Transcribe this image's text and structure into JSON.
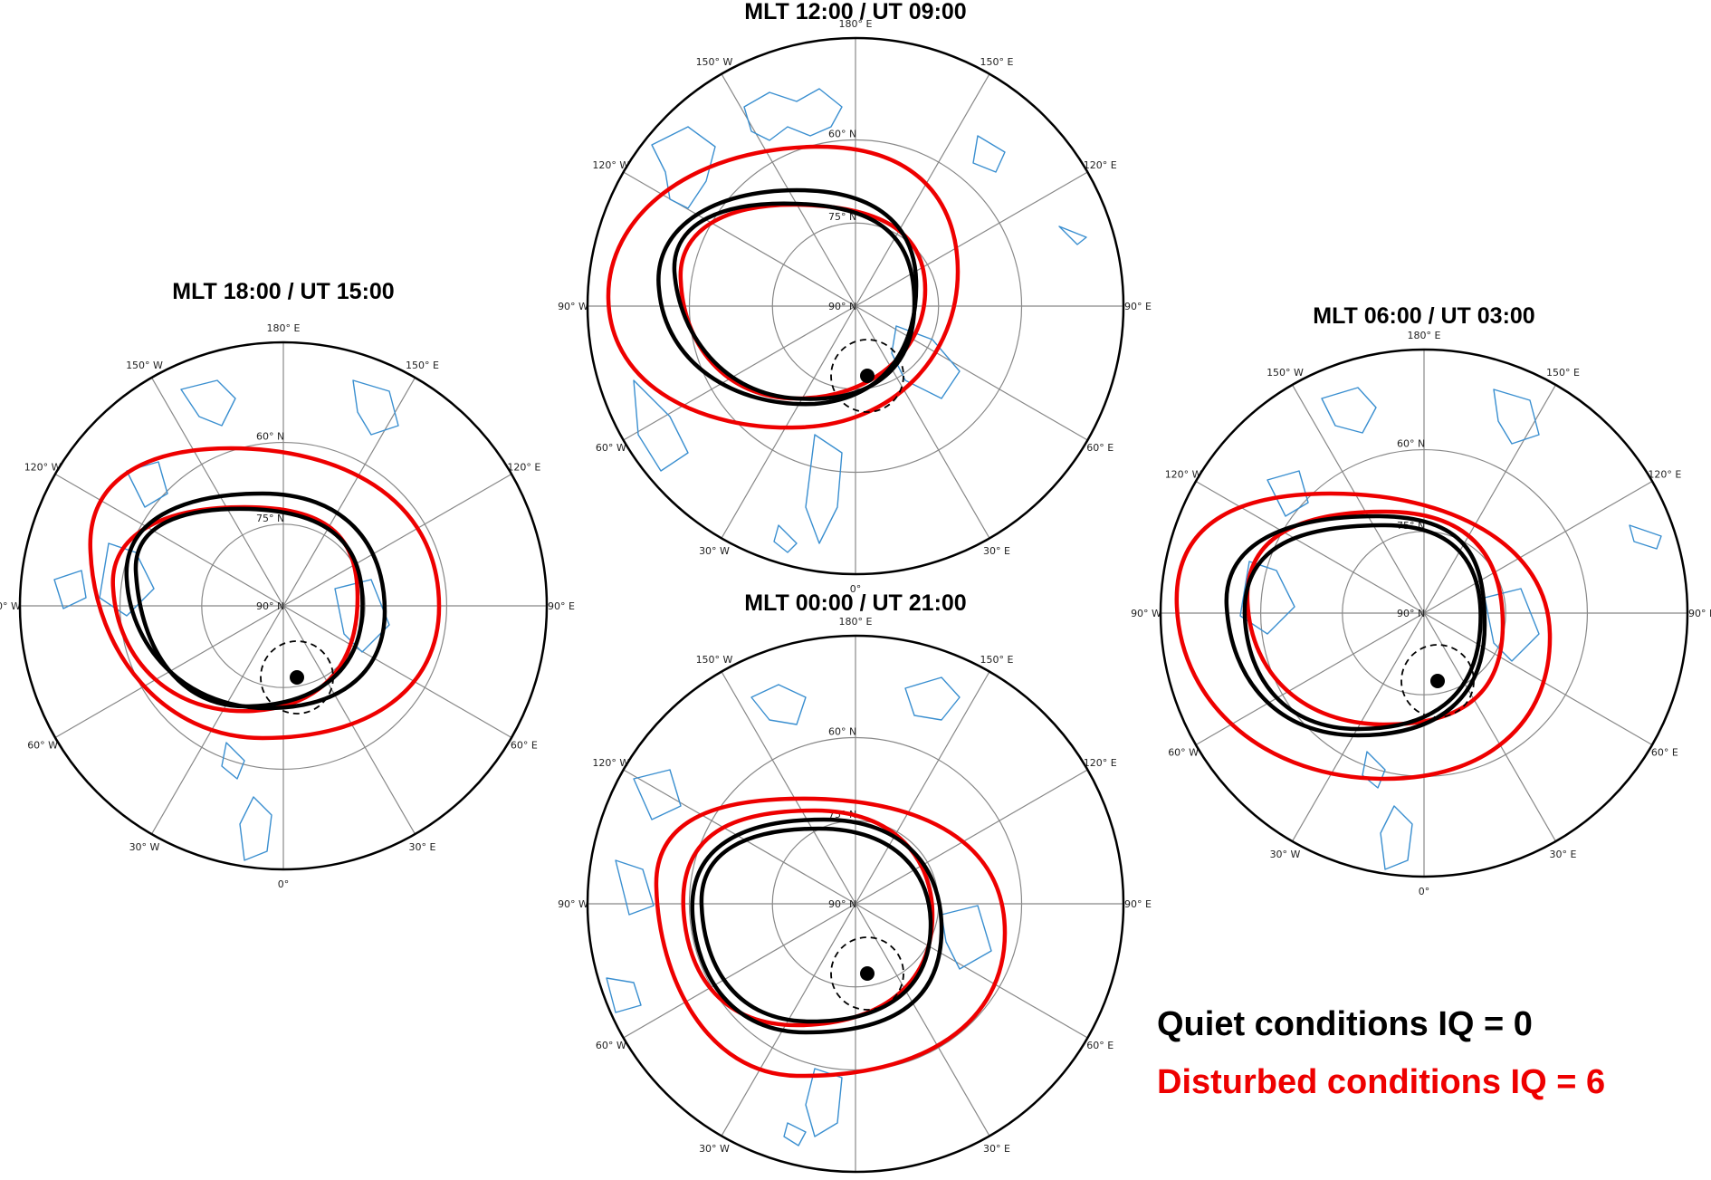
{
  "panels": [
    {
      "id": "noon",
      "title": "MLT 12:00 / UT 09:00"
    },
    {
      "id": "dusk",
      "title": "MLT 18:00 / UT 15:00"
    },
    {
      "id": "midnight",
      "title": "MLT 00:00 / UT 21:00"
    },
    {
      "id": "dawn",
      "title": "MLT 06:00 / UT 03:00"
    }
  ],
  "lon_labels": {
    "top": "180° E",
    "upper_left": "150° W",
    "upper_right": "150° E",
    "mid_left_upper": "120° W",
    "mid_right_upper": "120° E",
    "left": "90° W",
    "right": "90° E",
    "mid_left_lower": "60° W",
    "mid_right_lower": "60° E",
    "lower_left": "30° W",
    "lower_right": "30° E",
    "bottom": "0°"
  },
  "lat_labels": {
    "lat60": "60° N",
    "lat75": "75° N",
    "pole": "90° N"
  },
  "legend": {
    "quiet": "Quiet conditions IQ = 0",
    "disturbed": "Disturbed conditions IQ = 6"
  },
  "colors": {
    "quiet": "#000000",
    "disturbed": "#ee0000",
    "coastline": "#3a8fd0",
    "grid": "#888888"
  }
}
